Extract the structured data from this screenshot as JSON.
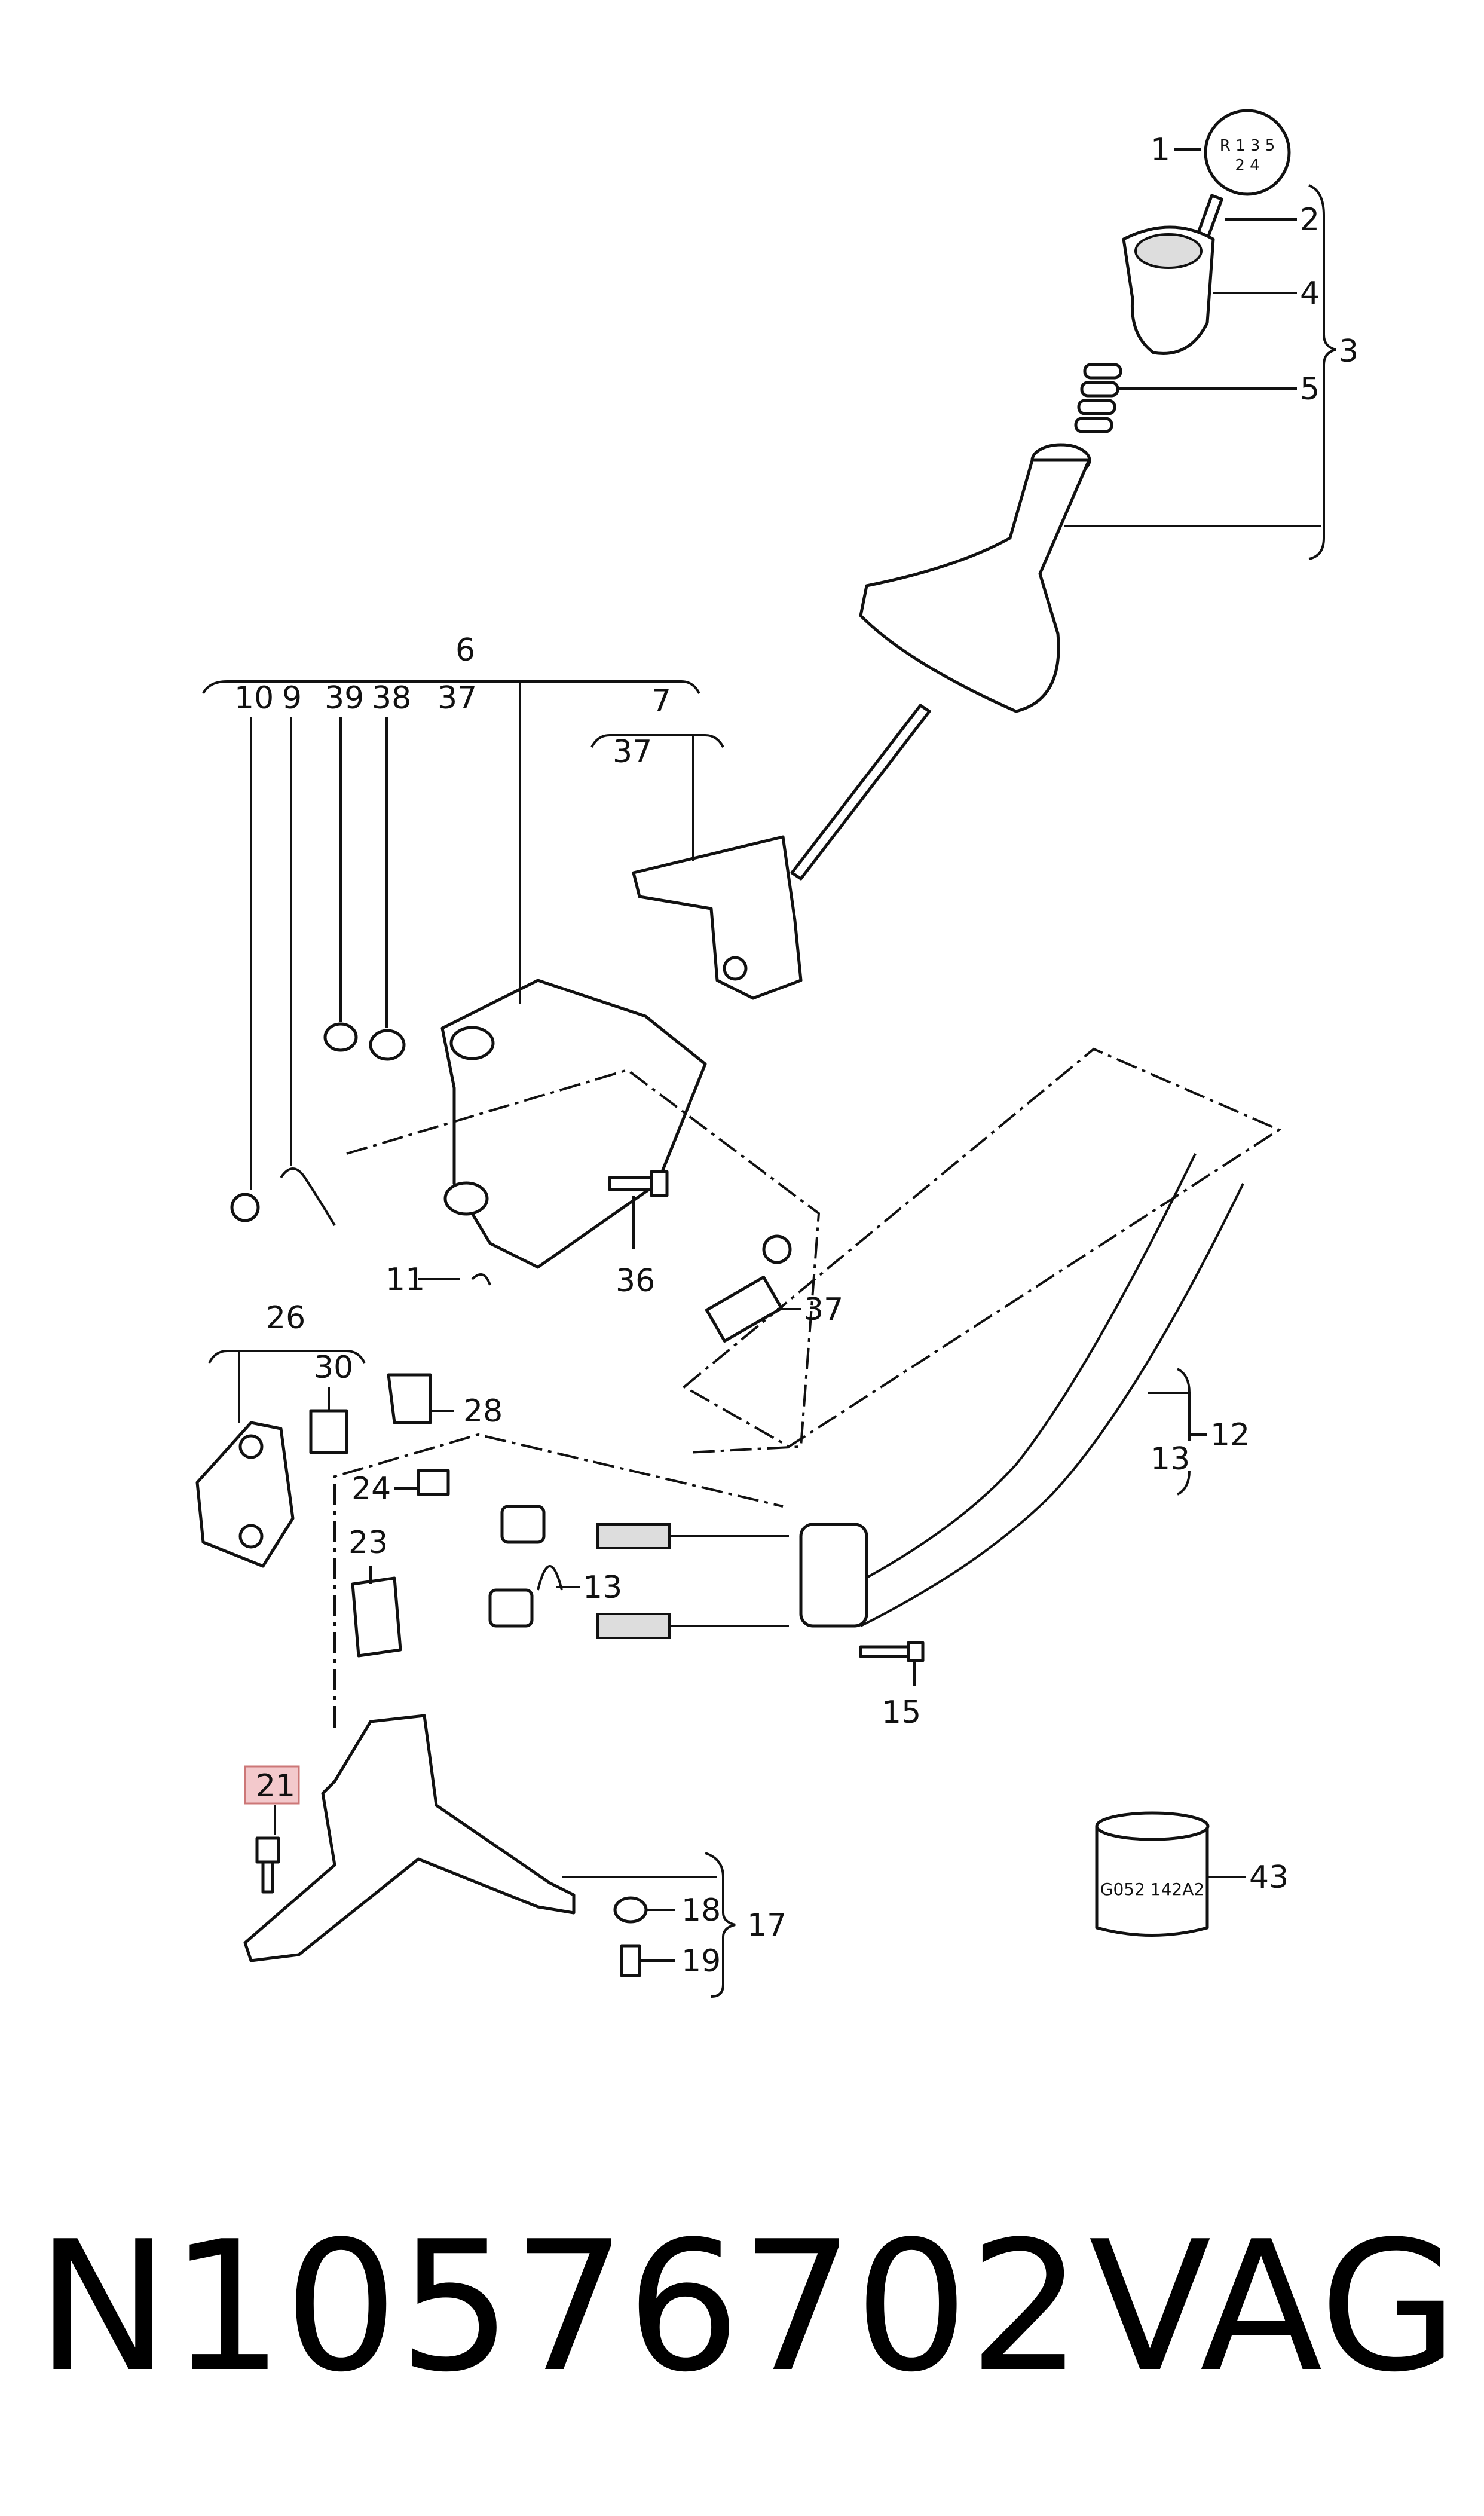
{
  "callouts": {
    "c1": "1",
    "c2": "2",
    "c3": "3",
    "c4": "4",
    "c5": "5",
    "c6": "6",
    "c7": "7",
    "c9": "9",
    "c10": "10",
    "c11": "11",
    "c12": "12",
    "c13a": "13",
    "c13b": "13",
    "c15": "15",
    "c17": "17",
    "c18": "18",
    "c19": "19",
    "c21": "21",
    "c23": "23",
    "c24": "24",
    "c26": "26",
    "c28": "28",
    "c30": "30",
    "c36": "36",
    "c37a": "37",
    "c37b": "37",
    "c37c": "37",
    "c38": "38",
    "c39": "39",
    "c43": "43"
  },
  "knob_pattern": {
    "line1": "R 1 3 5",
    "line2": "2 4"
  },
  "tin_label": "G052 142A2",
  "highlight_color": "#f3c9cc",
  "footer": {
    "part_number": "N10576702",
    "brand": "VAG"
  }
}
